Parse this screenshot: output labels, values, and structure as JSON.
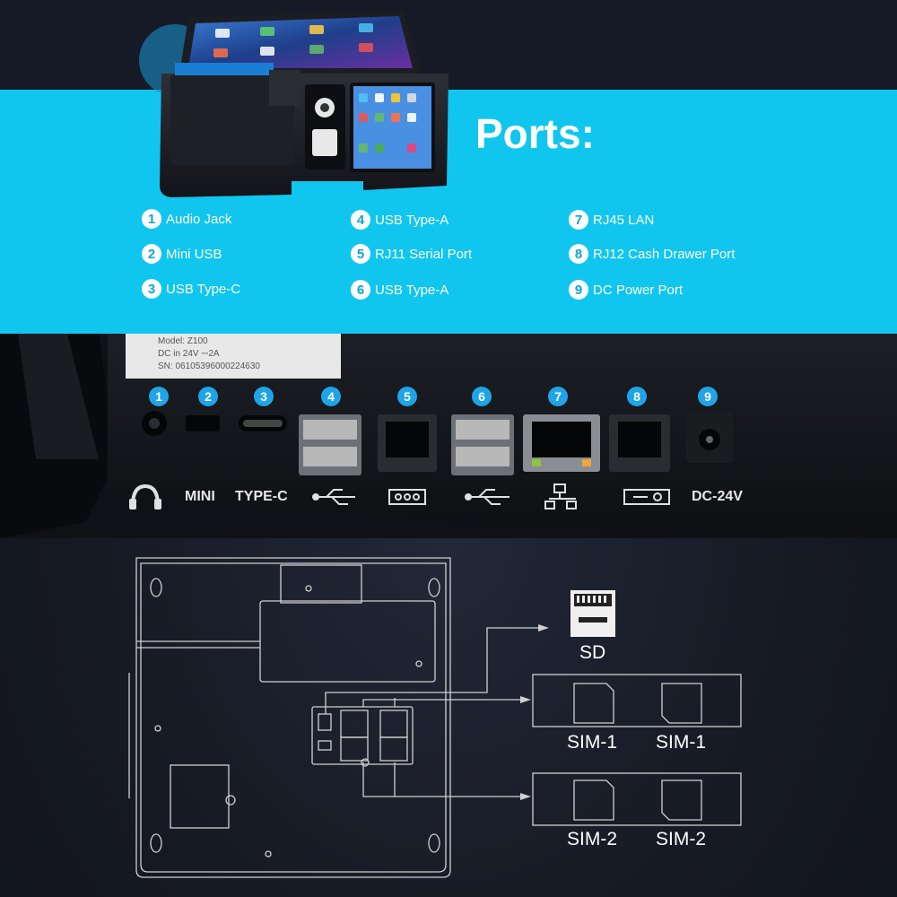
{
  "title": "Ports:",
  "ports": [
    {
      "num": "1",
      "label": "Audio Jack"
    },
    {
      "num": "2",
      "label": "Mini USB"
    },
    {
      "num": "3",
      "label": "USB Type-C"
    },
    {
      "num": "4",
      "label": "USB Type-A"
    },
    {
      "num": "5",
      "label": "RJ11 Serial Port"
    },
    {
      "num": "6",
      "label": "USB Type-A"
    },
    {
      "num": "7",
      "label": "RJ45 LAN"
    },
    {
      "num": "8",
      "label": "RJ12 Cash Drawer Port"
    },
    {
      "num": "9",
      "label": "DC Power Port"
    }
  ],
  "panel": {
    "sticker": {
      "line1": "Model: Z100",
      "line2": "DC in 24V ⎓2A",
      "line3": "SN: 06105396000224630"
    },
    "labels": {
      "mini": "MINI",
      "typec": "TYPE-C",
      "dc": "DC-24V"
    }
  },
  "diagram": {
    "sd": "SD",
    "sim1_a": "SIM-1",
    "sim1_b": "SIM-1",
    "sim2_a": "SIM-2",
    "sim2_b": "SIM-2"
  },
  "colors": {
    "banner": "#10c6ef",
    "badge": "#1fa4e8",
    "printer_accent": "#1a7fd4"
  }
}
